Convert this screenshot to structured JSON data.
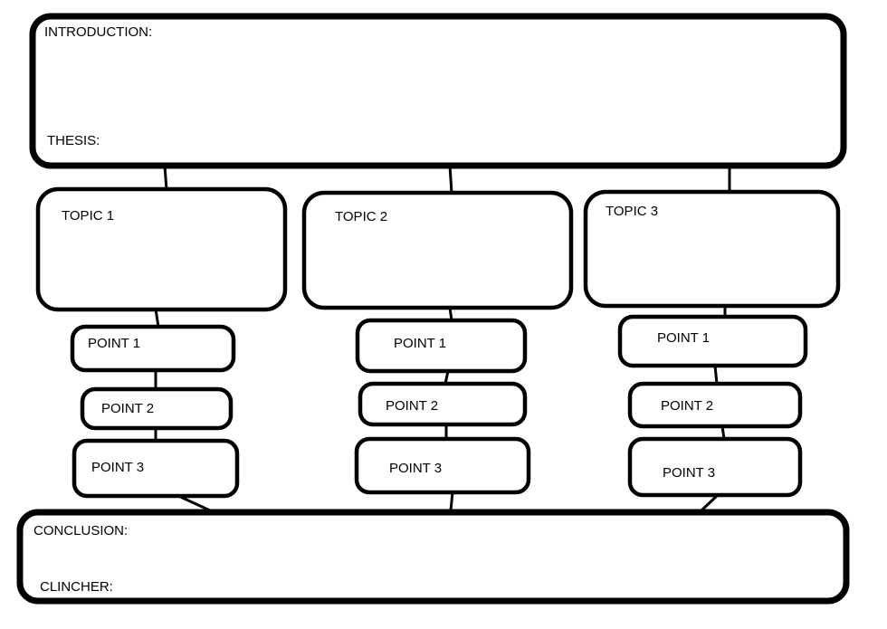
{
  "introduction": {
    "label": "INTRODUCTION:",
    "thesis_label": "THESIS:"
  },
  "topics": [
    {
      "label": "TOPIC 1",
      "points": [
        "POINT 1",
        "POINT 2",
        "POINT 3"
      ]
    },
    {
      "label": "TOPIC 2",
      "points": [
        "POINT 1",
        "POINT 2",
        "POINT 3"
      ]
    },
    {
      "label": "TOPIC 3",
      "points": [
        "POINT 1",
        "POINT 2",
        "POINT 3"
      ]
    }
  ],
  "conclusion": {
    "label": "CONCLUSION:",
    "clincher_label": "CLINCHER:"
  }
}
